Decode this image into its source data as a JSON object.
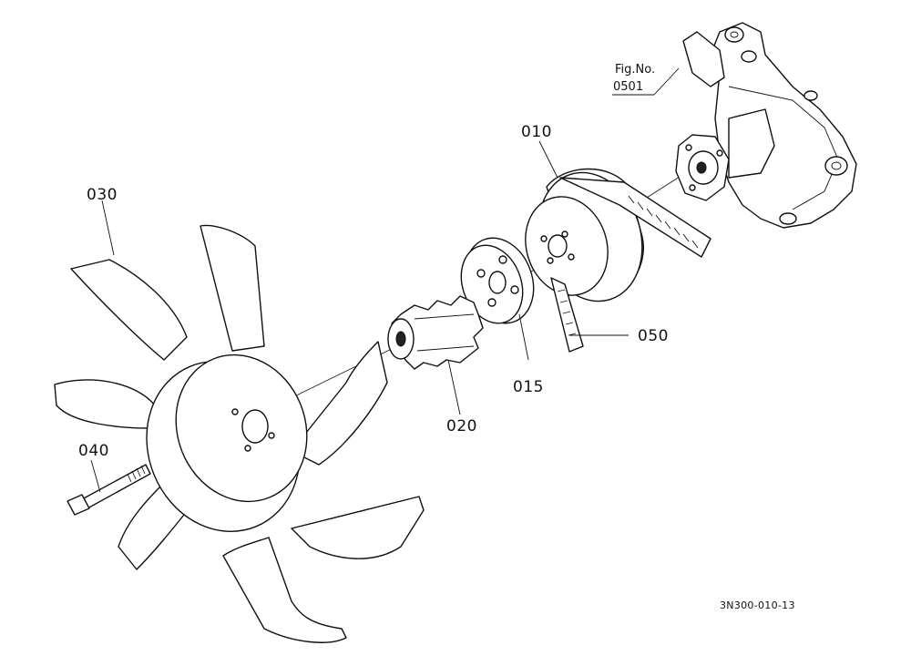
{
  "diagram": {
    "figure_reference": {
      "line1": "Fig.No.",
      "line2": "0501"
    },
    "drawing_code": "3N300-010-13",
    "parts": [
      {
        "ref": "010"
      },
      {
        "ref": "015"
      },
      {
        "ref": "020"
      },
      {
        "ref": "030"
      },
      {
        "ref": "040"
      },
      {
        "ref": "050"
      }
    ]
  }
}
